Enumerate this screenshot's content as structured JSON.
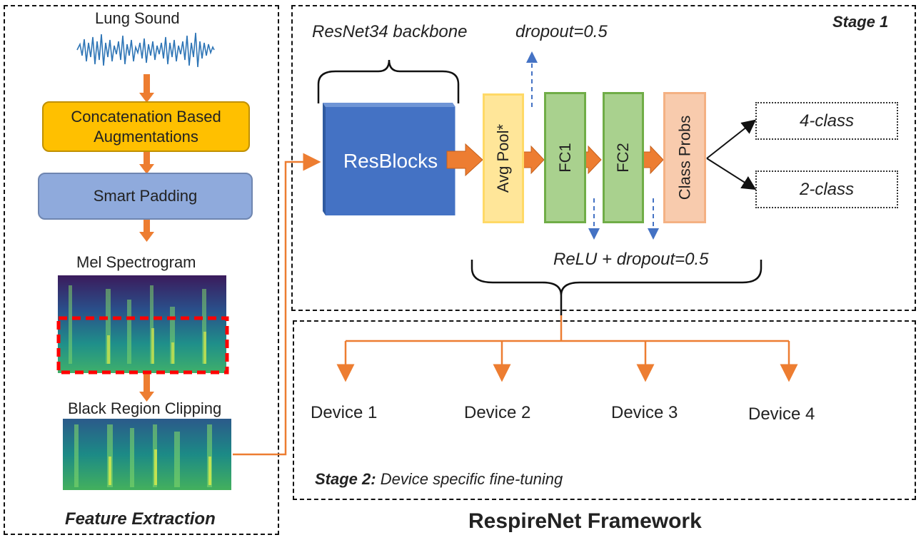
{
  "feature_extraction": {
    "title": "Feature Extraction",
    "lung_sound_label": "Lung Sound",
    "augment_label_line1": "Concatenation Based",
    "augment_label_line2": "Augmentations",
    "smart_padding_label": "Smart Padding",
    "mel_label": "Mel Spectrogram",
    "clipping_label": "Black Region Clipping"
  },
  "stage1": {
    "title": "Stage 1",
    "backbone_label": "ResNet34 backbone",
    "dropout_top_label": "dropout=0.5",
    "resblocks_label": "ResBlocks",
    "avgpool_label": "Avg Pool*",
    "fc1_label": "FC1",
    "fc2_label": "FC2",
    "class_probs_label": "Class Probs",
    "relu_label": "ReLU + dropout=0.5",
    "outputs": [
      "4-class",
      "2-class"
    ]
  },
  "stage2": {
    "title_bold": "Stage 2:",
    "title_rest": " Device specific fine-tuning",
    "devices": [
      "Device 1",
      "Device 2",
      "Device 3",
      "Device 4"
    ]
  },
  "framework_title": "RespireNet Framework",
  "colors": {
    "arrow_orange": "#ED7D31",
    "augment_fill": "#FFC000",
    "padding_fill": "#8FAADC",
    "resblocks_fill": "#4472C4",
    "avgpool_fill": "#FFE699",
    "fc_fill": "#A9D18E",
    "classprobs_fill": "#F8CBAD",
    "dash_blue": "#4472C4",
    "waveform": "#2E75B6",
    "clip_red": "#FF0000"
  }
}
